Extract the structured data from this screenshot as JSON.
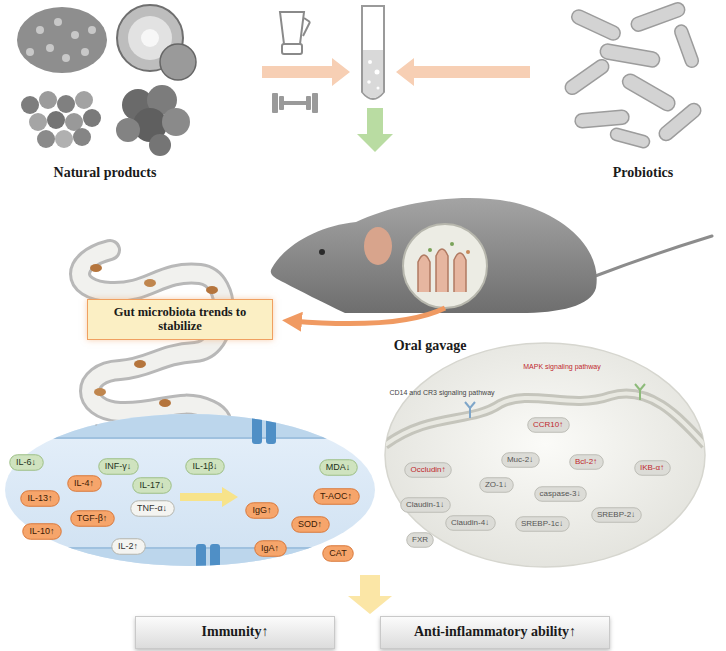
{
  "diagram": {
    "nodes": [
      {
        "text": [
          "Gut microbiota trends to stabilize"
        ]
      },
      {
        "text": [
          "IL-6↓"
        ]
      },
      {
        "text": [
          "INF-γ↓"
        ]
      },
      {
        "text": [
          "IL-1β↓"
        ]
      },
      {
        "text": [
          "MDA↓"
        ]
      },
      {
        "text": [
          "IL-4↑"
        ]
      },
      {
        "text": [
          "IL-13↑"
        ]
      },
      {
        "text": [
          "IL-17↓"
        ]
      },
      {
        "text": [
          "TNF-α↓"
        ]
      },
      {
        "text": [
          "T-AOC↑"
        ]
      },
      {
        "text": [
          "TGF-β↑"
        ]
      },
      {
        "text": [
          "IgG↑"
        ]
      },
      {
        "text": [
          "SOD↑"
        ]
      },
      {
        "text": [
          "IL-10↑"
        ]
      },
      {
        "text": [
          "IL-2↑"
        ]
      },
      {
        "text": [
          "IgA↑"
        ]
      },
      {
        "text": [
          "CAT"
        ]
      },
      {
        "text": [
          "CCR10↑"
        ]
      },
      {
        "text": [
          "Occludin↑"
        ]
      },
      {
        "text": [
          "Muc-2↓"
        ]
      },
      {
        "text": [
          "Bcl-2↑"
        ]
      },
      {
        "text": [
          "IKB-α↑"
        ]
      },
      {
        "text": [
          "ZO-1↓"
        ]
      },
      {
        "text": [
          "Claudin-1↓"
        ]
      },
      {
        "text": [
          "caspase-3↓"
        ]
      },
      {
        "text": [
          "Claudin-4↓"
        ]
      },
      {
        "text": [
          "SREBP-1c↓"
        ]
      },
      {
        "text": [
          "SREBP-2↓"
        ]
      },
      {
        "text": [
          "FXR"
        ]
      },
      {
        "text": [
          "Immunity↑"
        ]
      },
      {
        "text": [
          "Anti-inflammatory ability↑"
        ]
      }
    ],
    "labels": [
      "Natural products",
      "Probiotics",
      "Oral gavage",
      "CD14 and CR3 signaling pathway",
      "MAPK signaling pathway"
    ]
  }
}
